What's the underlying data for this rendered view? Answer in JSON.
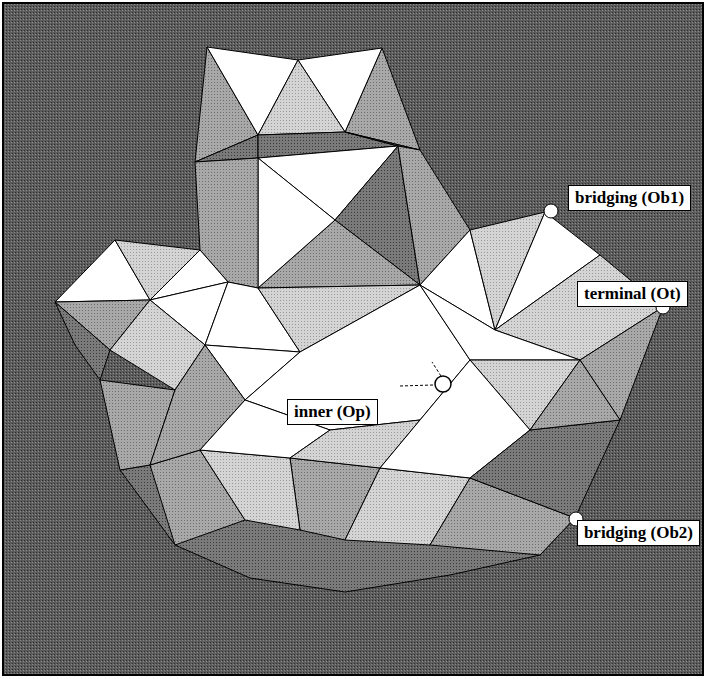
{
  "diagram": {
    "nodes": [
      {
        "text": [
          "bridging (Ob1)"
        ]
      },
      {
        "text": [
          "terminal (Ot)"
        ]
      },
      {
        "text": [
          "inner (Op)"
        ]
      },
      {
        "text": [
          "bridging (Ob2)"
        ]
      }
    ]
  }
}
